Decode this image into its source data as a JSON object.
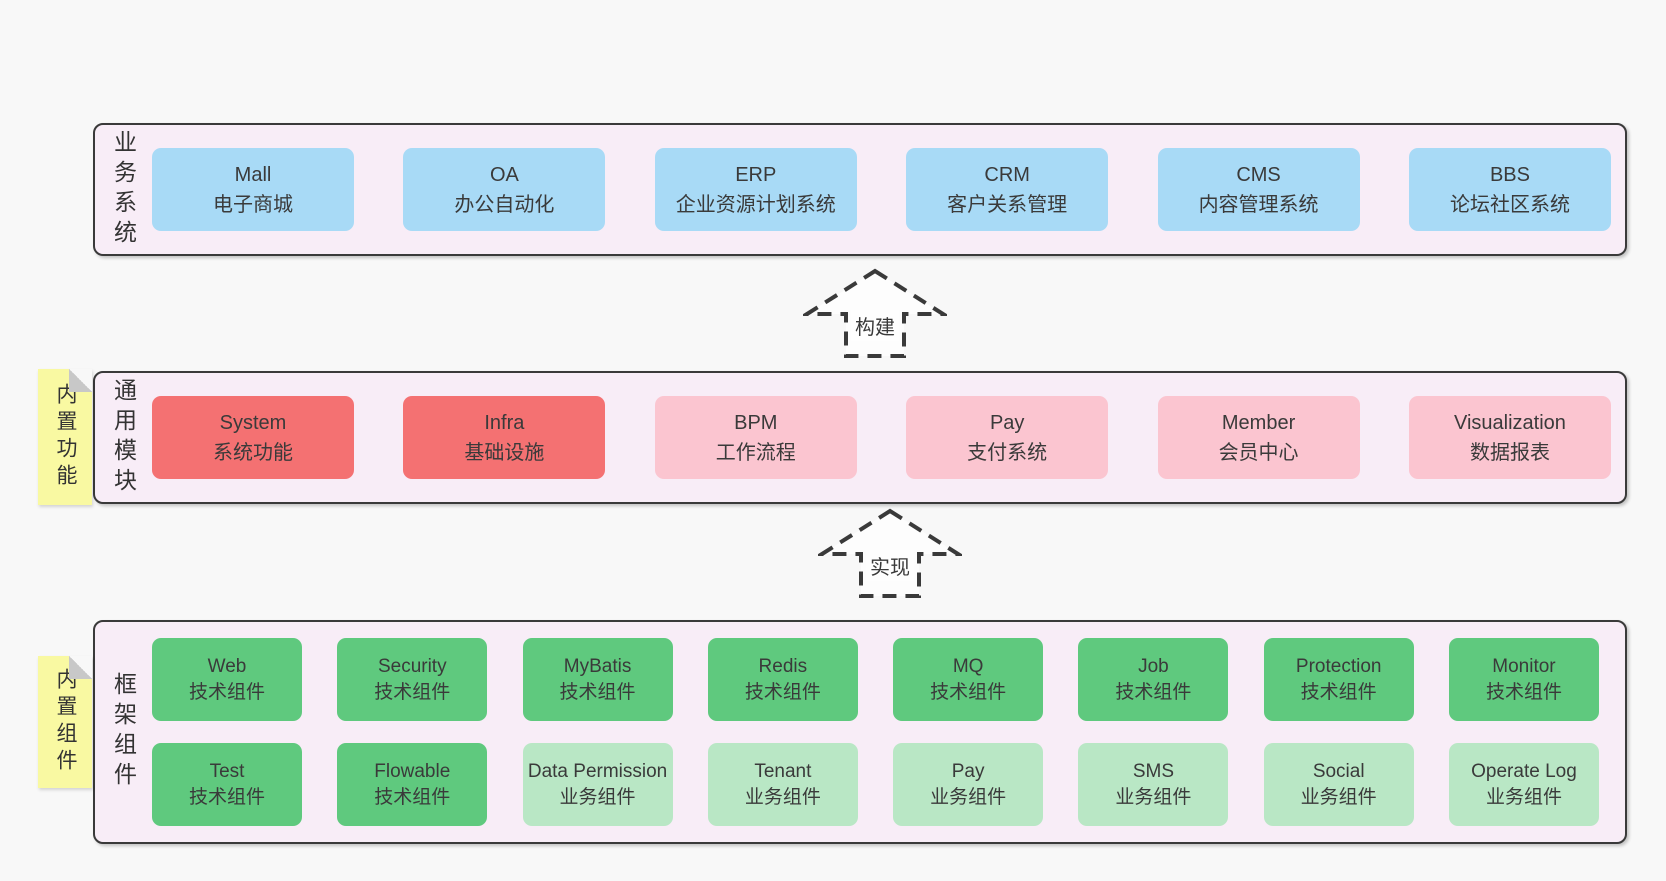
{
  "colors": {
    "page_bg": "#f8f8f8",
    "band_bg": "#f8edf7",
    "band_border": "#3a3a3a",
    "blue_box": "#a8daf6",
    "red_box": "#f47172",
    "pink_box": "#fbc5d0",
    "green_box": "#5fc97e",
    "light_green_box": "#b9e7c5",
    "note_yellow": "#f9f9a2",
    "note_fold": "#c8c8c8",
    "text": "#3a3a3a"
  },
  "arrows": [
    {
      "label": "构建"
    },
    {
      "label": "实现"
    }
  ],
  "bands": [
    {
      "label": "业务系统",
      "boxes": [
        {
          "title": "Mall",
          "subtitle": "电子商城"
        },
        {
          "title": "OA",
          "subtitle": "办公自动化"
        },
        {
          "title": "ERP",
          "subtitle": "企业资源计划系统"
        },
        {
          "title": "CRM",
          "subtitle": "客户关系管理"
        },
        {
          "title": "CMS",
          "subtitle": "内容管理系统"
        },
        {
          "title": "BBS",
          "subtitle": "论坛社区系统"
        }
      ]
    },
    {
      "label": "通用模块",
      "note": "内置功能",
      "boxes": [
        {
          "title": "System",
          "subtitle": "系统功能"
        },
        {
          "title": "Infra",
          "subtitle": "基础设施"
        },
        {
          "title": "BPM",
          "subtitle": "工作流程"
        },
        {
          "title": "Pay",
          "subtitle": "支付系统"
        },
        {
          "title": "Member",
          "subtitle": "会员中心"
        },
        {
          "title": "Visualization",
          "subtitle": "数据报表"
        }
      ]
    },
    {
      "label": "框架组件",
      "note": "内置组件",
      "row1": [
        {
          "title": "Web",
          "subtitle": "技术组件"
        },
        {
          "title": "Security",
          "subtitle": "技术组件"
        },
        {
          "title": "MyBatis",
          "subtitle": "技术组件"
        },
        {
          "title": "Redis",
          "subtitle": "技术组件"
        },
        {
          "title": "MQ",
          "subtitle": "技术组件"
        },
        {
          "title": "Job",
          "subtitle": "技术组件"
        },
        {
          "title": "Protection",
          "subtitle": "技术组件"
        },
        {
          "title": "Monitor",
          "subtitle": "技术组件"
        }
      ],
      "row2": [
        {
          "title": "Test",
          "subtitle": "技术组件"
        },
        {
          "title": "Flowable",
          "subtitle": "技术组件"
        },
        {
          "title": "Data Permission",
          "subtitle": "业务组件"
        },
        {
          "title": "Tenant",
          "subtitle": "业务组件"
        },
        {
          "title": "Pay",
          "subtitle": "业务组件"
        },
        {
          "title": "SMS",
          "subtitle": "业务组件"
        },
        {
          "title": "Social",
          "subtitle": "业务组件"
        },
        {
          "title": "Operate Log",
          "subtitle": "业务组件"
        }
      ]
    }
  ]
}
